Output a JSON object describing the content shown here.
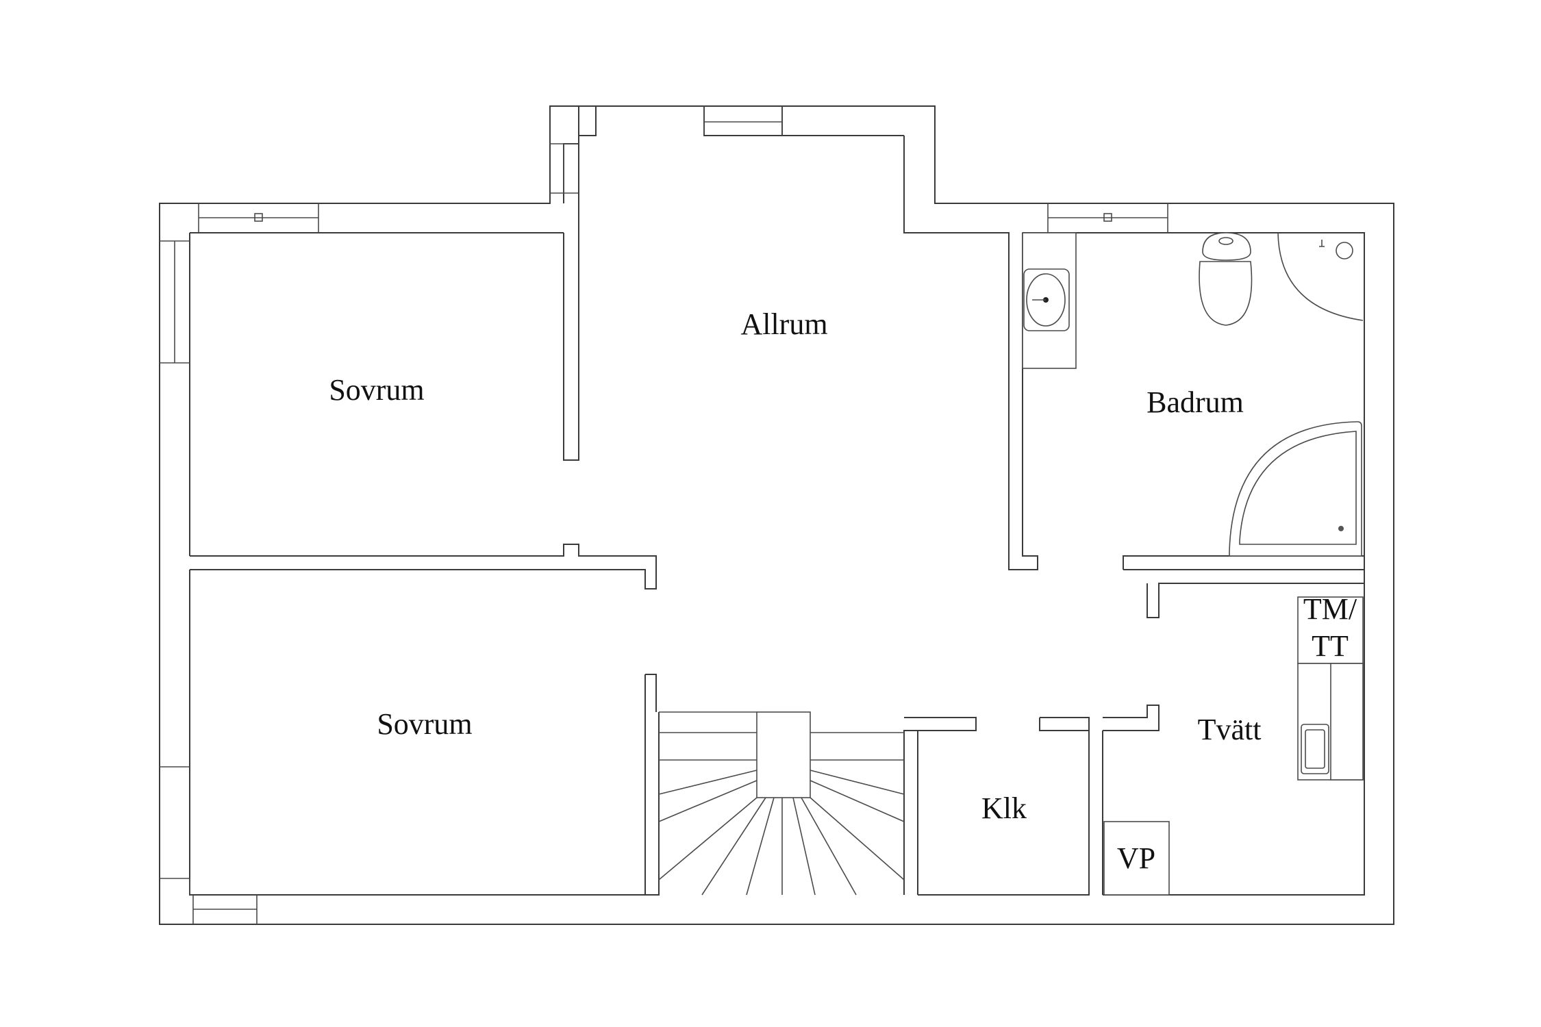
{
  "rooms": {
    "bedroom_upper": "Sovrum",
    "family_room": "Allrum",
    "bathroom": "Badrum",
    "bedroom_lower": "Sovrum",
    "laundry": "Tvätt",
    "closet": "Klk"
  },
  "fixtures": {
    "washer_dryer_line1": "TM/",
    "washer_dryer_line2": "TT",
    "heat_pump": "VP"
  },
  "colors": {
    "wall": "#3a3a3a",
    "background": "#ffffff",
    "text": "#111111"
  }
}
